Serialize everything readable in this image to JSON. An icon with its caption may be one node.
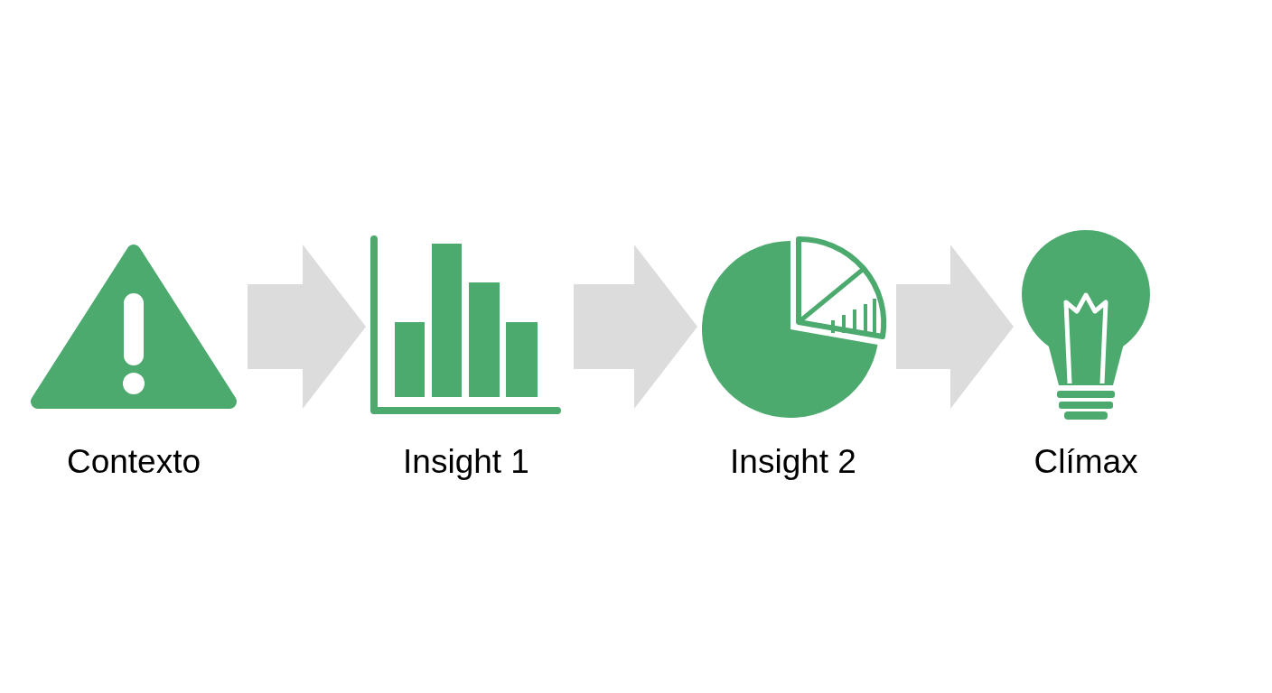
{
  "diagram": {
    "nodes": [
      {
        "text": [
          "Contexto"
        ]
      },
      {
        "text": [
          "Insight 1"
        ]
      },
      {
        "text": [
          "Insight 2"
        ]
      },
      {
        "text": [
          "Clímax"
        ]
      }
    ],
    "edges": [
      {
        "from": 0,
        "to": 1,
        "arrow": "to"
      },
      {
        "from": 1,
        "to": 2,
        "arrow": "to"
      },
      {
        "from": 2,
        "to": 3,
        "arrow": "to"
      }
    ]
  }
}
